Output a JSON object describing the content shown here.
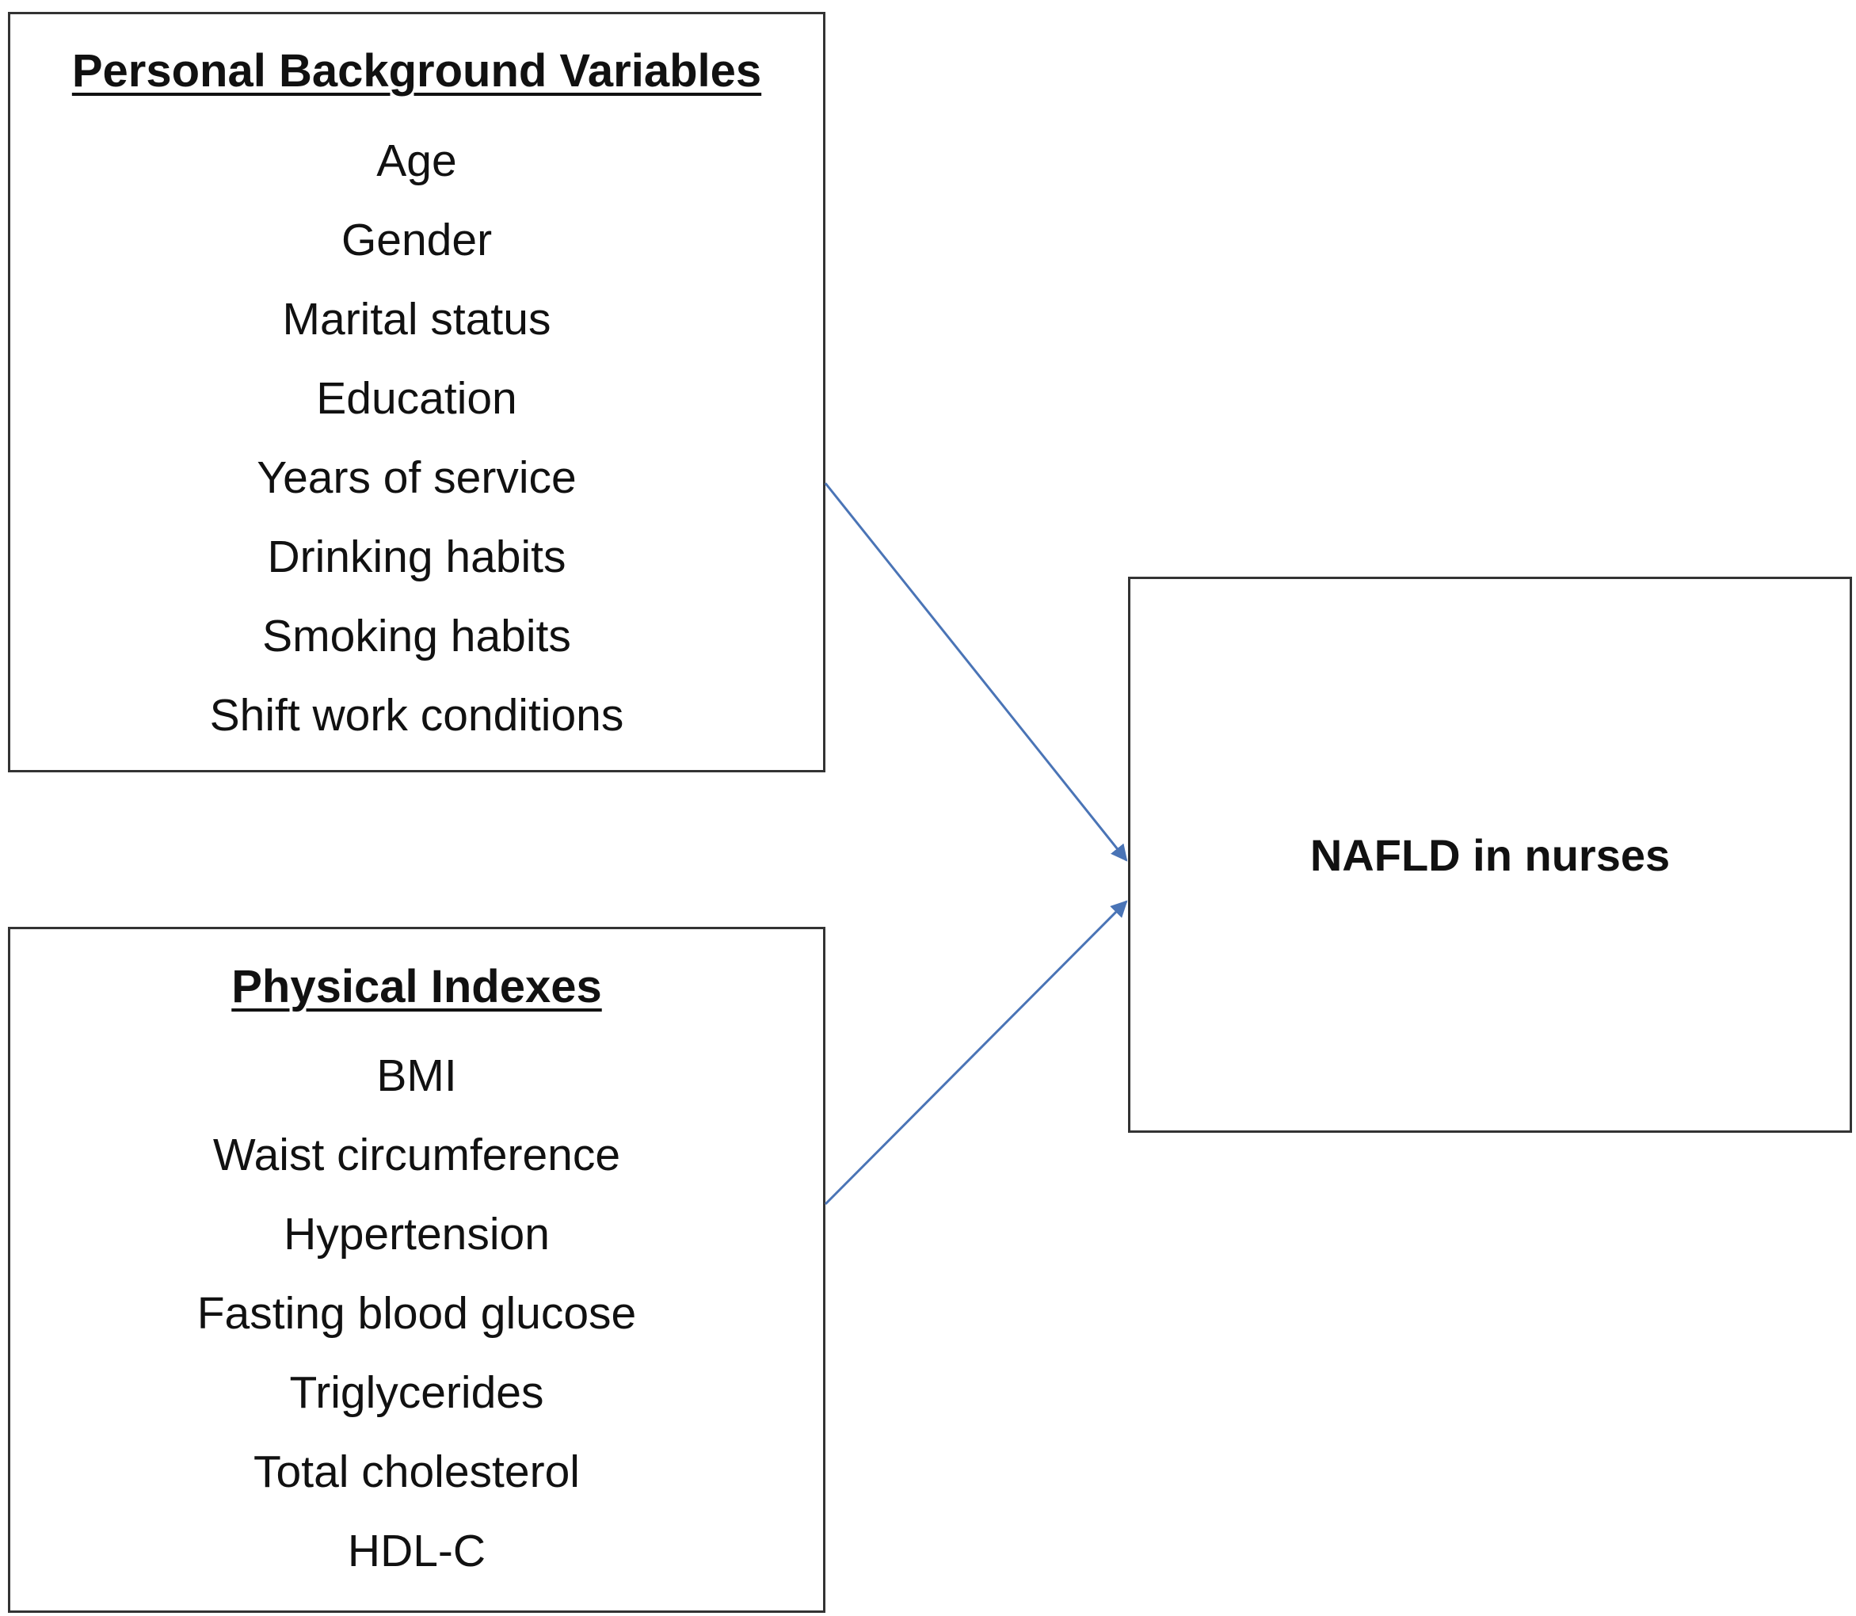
{
  "personal_background": {
    "title": "Personal Background Variables",
    "items": [
      "Age",
      "Gender",
      "Marital status",
      "Education",
      "Years of service",
      "Drinking habits",
      "Smoking habits",
      "Shift work conditions"
    ]
  },
  "physical_indexes": {
    "title": "Physical Indexes",
    "items": [
      "BMI",
      "Waist circumference",
      "Hypertension",
      "Fasting blood glucose",
      "Triglycerides",
      "Total cholesterol",
      "HDL-C"
    ]
  },
  "outcome": {
    "label": "NAFLD in nurses"
  },
  "colors": {
    "arrow": "#4a74b6",
    "box_border": "#333333"
  }
}
